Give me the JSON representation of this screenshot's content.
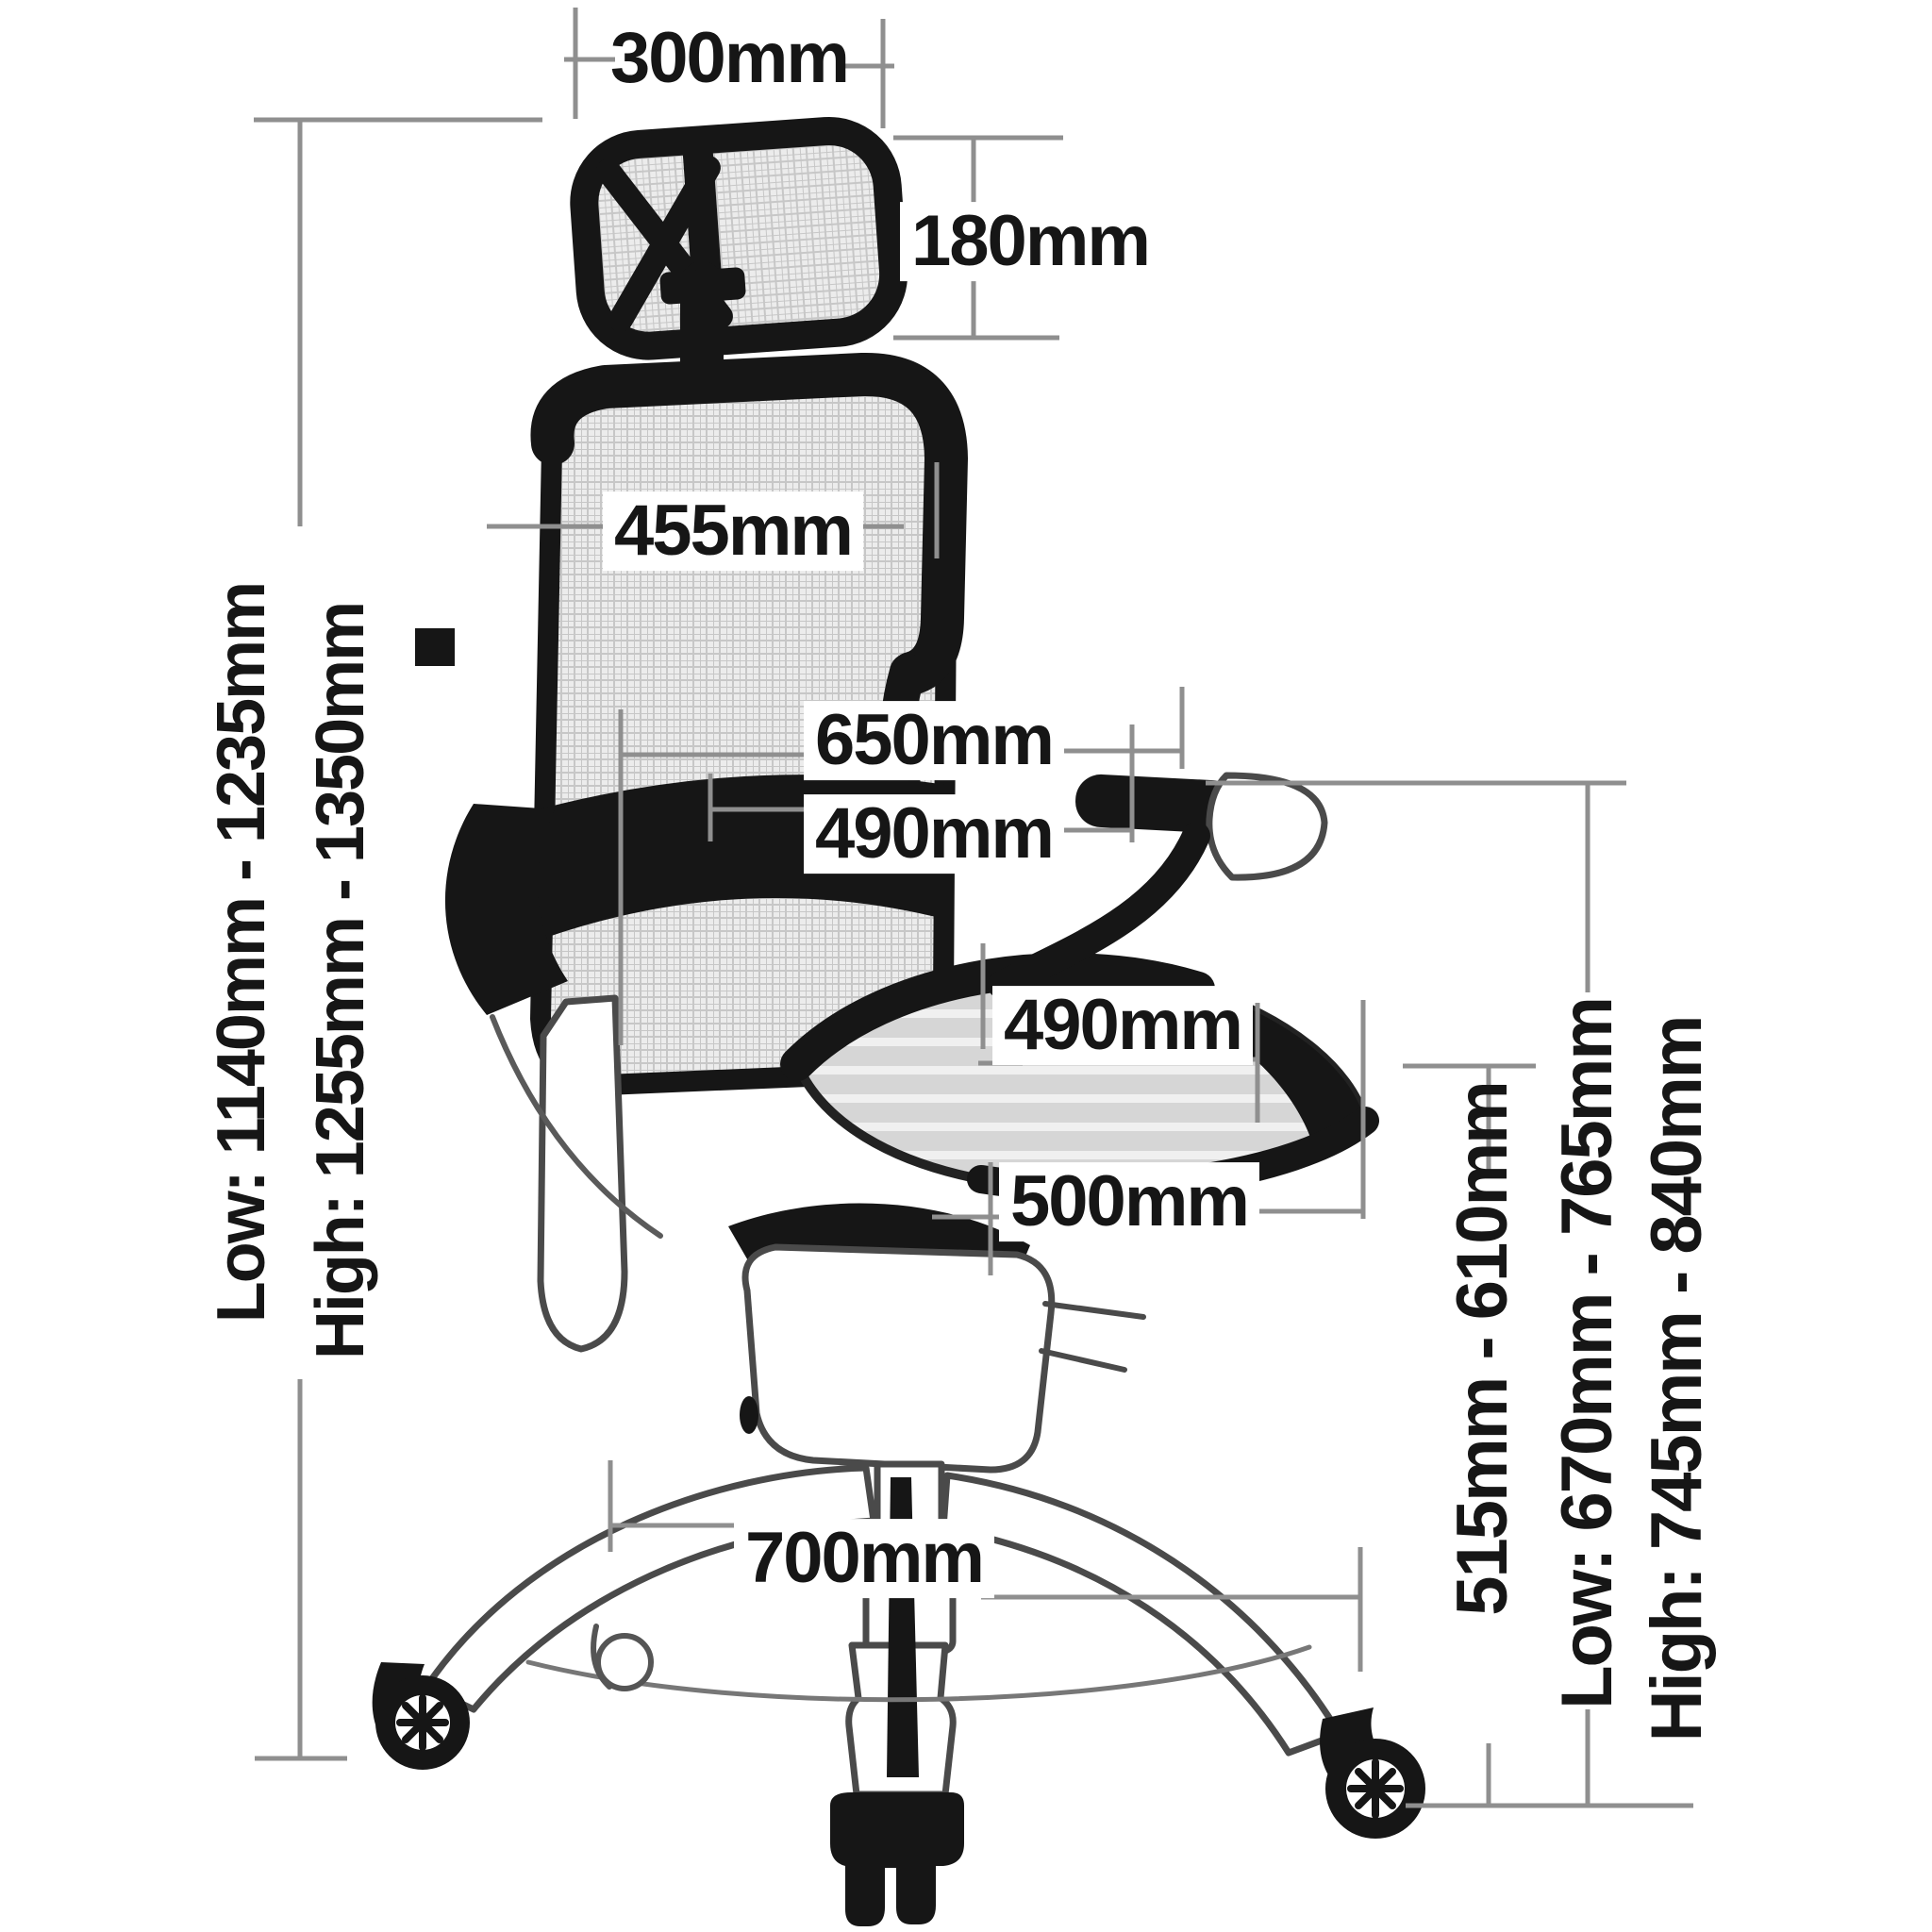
{
  "page": {
    "background": "#ffffff",
    "dimension_line_color": "#8f8f8f",
    "text_color": "#161616",
    "chair_ink_color": "#161616"
  },
  "labels": {
    "headrest_width": "300mm",
    "headrest_height": "180mm",
    "backrest_width": "455mm",
    "armrest_reach": "650mm",
    "armrest_front_width": "490mm",
    "seat_width": "490mm",
    "seat_depth": "500mm",
    "base_width": "700mm",
    "overall_height_low": "Low: 1140mm - 1235mm",
    "overall_height_high": "High: 1255mm - 1350mm",
    "seat_height_range": "515mm - 610mm",
    "armrest_height_low": "Low: 670mm - 765mm",
    "armrest_height_high": "High: 745mm - 840mm"
  }
}
